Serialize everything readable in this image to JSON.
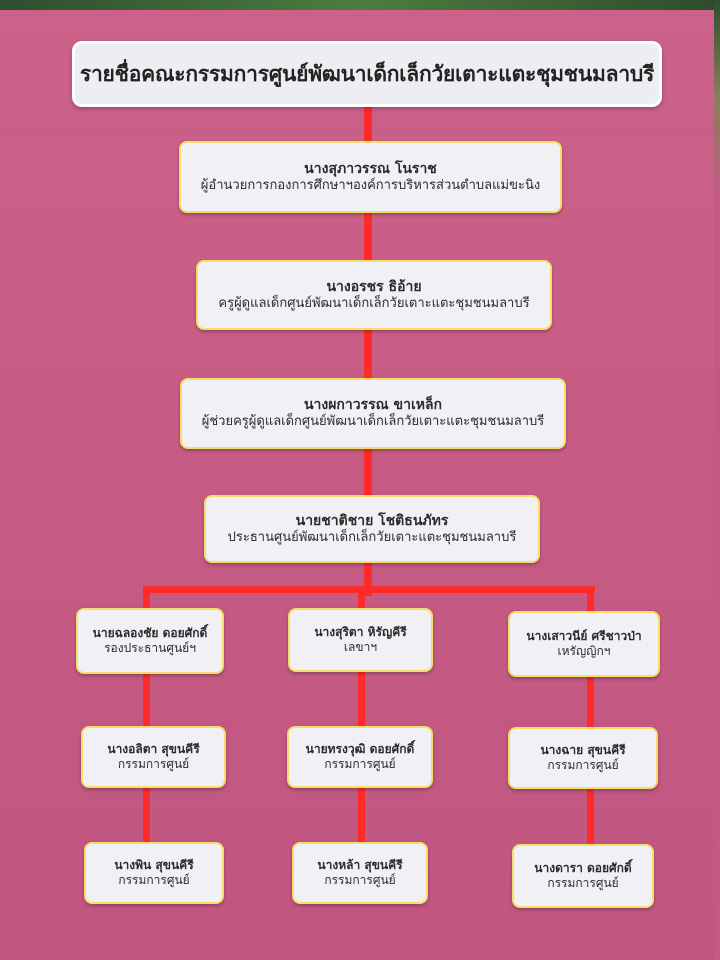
{
  "title": "รายชื่อคณะกรรมการศูนย์พัฒนาเด็กเล็กวัยเตาะแตะชุมชนมลาบรี",
  "chain": [
    {
      "name": "นางสุภาวรรณ โนราช",
      "role": "ผู้อำนวยการกองการศึกษาฯองค์การบริหารส่วนตำบลแม่ขะนิง"
    },
    {
      "name": "นางอรชร ธิอ้าย",
      "role": "ครูผู้ดูแลเด็กศูนย์พัฒนาเด็กเล็กวัยเตาะแตะชุมชนมลาบรี"
    },
    {
      "name": "นางผกาวรรณ ขาเหล็ก",
      "role": "ผู้ช่วยครูผู้ดูแลเด็กศูนย์พัฒนาเด็กเล็กวัยเตาะแตะชุมชนมลาบรี"
    },
    {
      "name": "นายชาติชาย โชติธนภัทร",
      "role": "ประธานศูนย์พัฒนาเด็กเล็กวัยเตาะแตะชุมชนมลาบรี"
    }
  ],
  "branches": [
    [
      {
        "name": "นายฉลองชัย ดอยศักดิ์",
        "role": "รองประธานศูนย์ฯ"
      },
      {
        "name": "นางอลิตา สุขนคีรี",
        "role": "กรรมการศูนย์"
      },
      {
        "name": "นางพิน สุขนคีรี",
        "role": "กรรมการศูนย์"
      }
    ],
    [
      {
        "name": "นางสุริตา หิรัญคีรี",
        "role": "เลขาฯ"
      },
      {
        "name": "นายทรงวุฒิ ดอยศักดิ์",
        "role": "กรรมการศูนย์"
      },
      {
        "name": "นางหล้า สุขนคีรี",
        "role": "กรรมการศูนย์"
      }
    ],
    [
      {
        "name": "นางเสาวนีย์ ศรีชาวป่า",
        "role": "เหรัญญิกฯ"
      },
      {
        "name": "นางฉาย สุขนคีรี",
        "role": "กรรมการศูนย์"
      },
      {
        "name": "นางดารา ดอยศักดิ์",
        "role": "กรรมการศูนย์"
      }
    ]
  ],
  "colors": {
    "background": "#c85f86",
    "connector": "#ff2a2a",
    "card": "#f1f1f5",
    "card_border": "#f2df6a"
  }
}
